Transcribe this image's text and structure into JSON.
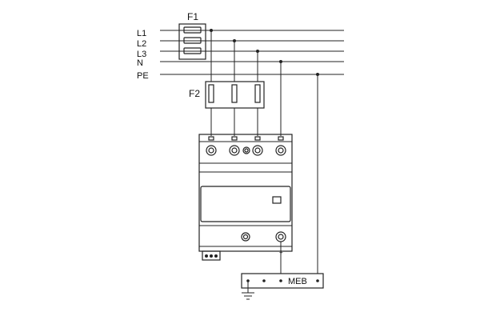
{
  "lines": [
    {
      "label": "L1"
    },
    {
      "label": "L2"
    },
    {
      "label": "L3"
    },
    {
      "label": "N"
    },
    {
      "label": "PE"
    }
  ],
  "fuse_groups": [
    {
      "label": "F1"
    },
    {
      "label": "F2"
    }
  ],
  "terminal_block": {
    "label": "MEB"
  },
  "colors": {
    "line": "#222222",
    "background": "#ffffff"
  }
}
